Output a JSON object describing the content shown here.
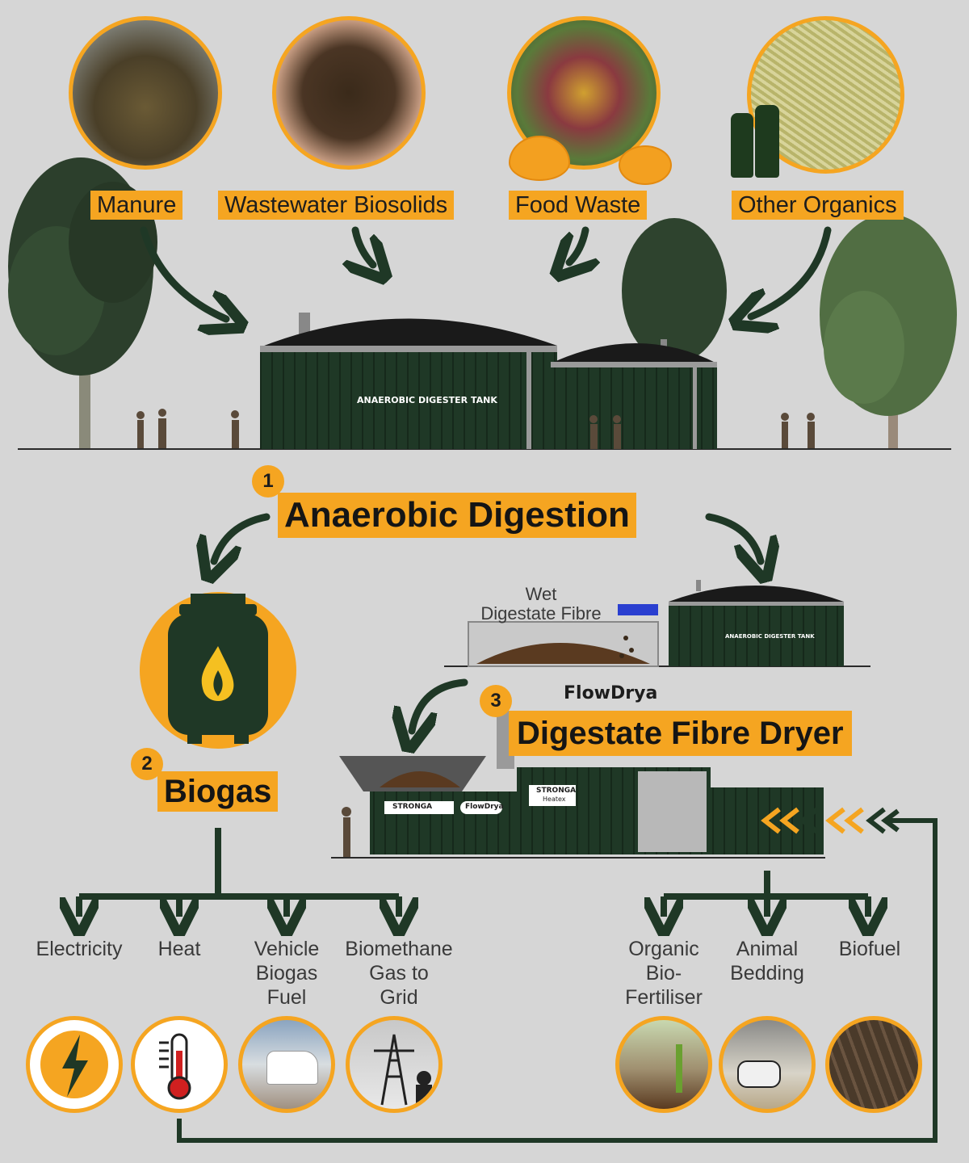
{
  "inputs": [
    {
      "label": "Manure",
      "icon": "manure-photo"
    },
    {
      "label": "Wastewater Biosolids",
      "icon": "biosolids-photo"
    },
    {
      "label": "Food Waste",
      "icon": "food-waste-photo"
    },
    {
      "label": "Other Organics",
      "icon": "other-organics-photo"
    }
  ],
  "digester": {
    "tank_label": "ANAEROBIC DIGESTER TANK",
    "small_tank_label": "ANAEROBIC DIGESTER TANK"
  },
  "steps": {
    "step1": {
      "number": "1",
      "title": "Anaerobic Digestion"
    },
    "step2": {
      "number": "2",
      "title": "Biogas"
    },
    "step3": {
      "number": "3",
      "brand": "FlowDrya",
      "title": "Digestate Fibre Dryer"
    }
  },
  "wet_fibre_label": "Wet\nDigestate Fibre",
  "dryer": {
    "brand_stronga": "STRONGA",
    "brand_flowdrya": "FlowDrya",
    "heatex_brand": "STRONGA",
    "heatex_label": "Heatex"
  },
  "biogas_outputs": [
    {
      "label": "Electricity",
      "icon": "lightning-icon"
    },
    {
      "label": "Heat",
      "icon": "thermometer-icon"
    },
    {
      "label": "Vehicle\nBiogas\nFuel",
      "icon": "van-photo"
    },
    {
      "label": "Biomethane\nGas to\nGrid",
      "icon": "pylon-photo"
    }
  ],
  "fibre_outputs": [
    {
      "label": "Organic\nBio-\nFertiliser",
      "icon": "soil-seedling-photo"
    },
    {
      "label": "Animal\nBedding",
      "icon": "cows-bedding-photo"
    },
    {
      "label": "Biofuel",
      "icon": "pellets-photo"
    }
  ],
  "colors": {
    "accent": "#f5a521",
    "dark_green": "#1f3826",
    "background": "#d6d6d6",
    "arrow": "#1f3826"
  }
}
